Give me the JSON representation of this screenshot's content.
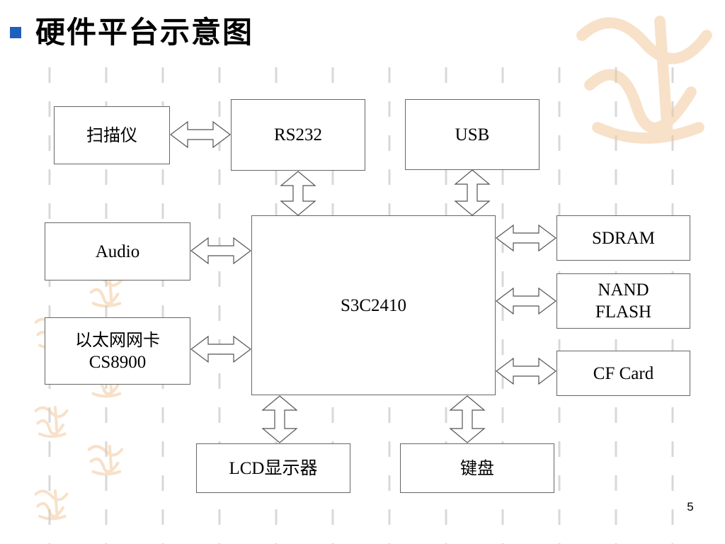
{
  "slide": {
    "title": "硬件平台示意图",
    "page_number": "5"
  },
  "diagram": {
    "cpu": "S3C2410",
    "blocks": {
      "scanner": "扫描仪",
      "rs232": "RS232",
      "usb": "USB",
      "audio": "Audio",
      "ethernet_line1": "以太网网卡",
      "ethernet_line2": "CS8900",
      "sdram": "SDRAM",
      "nand_line1": "NAND",
      "nand_line2": "FLASH",
      "cf_card": "CF Card",
      "lcd": "LCD显示器",
      "keyboard": "键盘"
    }
  },
  "theme": {
    "bullet_color": "#1f5fbf",
    "box_border": "#666666",
    "arrow_stroke": "#555555",
    "pattern_color": "#d8d8d8",
    "seal_color": "#f3c89c"
  }
}
